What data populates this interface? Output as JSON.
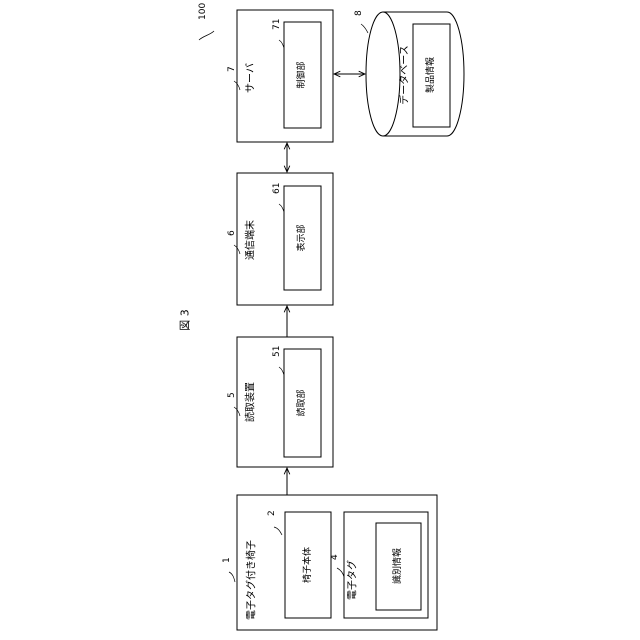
{
  "figure": {
    "label": "図 3",
    "system_ref": "100"
  },
  "blocks": {
    "chair": {
      "ref": "1",
      "title": "電子タグ付き椅子",
      "body": {
        "ref": "2",
        "label": "椅子本体"
      },
      "tag": {
        "ref": "4",
        "title": "電子タグ",
        "info": {
          "label": "識別情報"
        }
      }
    },
    "reader": {
      "ref": "5",
      "title": "読取装置",
      "unit": {
        "ref": "51",
        "label": "読取部"
      }
    },
    "terminal": {
      "ref": "6",
      "title": "通信端末",
      "unit": {
        "ref": "61",
        "label": "表示部"
      }
    },
    "server": {
      "ref": "7",
      "title": "サーバ",
      "unit": {
        "ref": "71",
        "label": "制御部"
      }
    },
    "database": {
      "ref": "8",
      "title": "データベース",
      "record": {
        "label": "製品情報"
      }
    }
  }
}
